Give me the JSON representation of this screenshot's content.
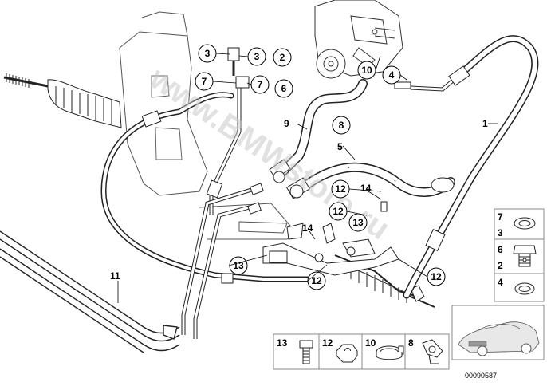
{
  "watermark": "www.BMWstore.ru",
  "image_ref": "00090587",
  "callouts": {
    "c3a": "3",
    "c3b": "3",
    "c2": "2",
    "c7a": "7",
    "c7b": "7",
    "c6": "6",
    "c10": "10",
    "c4": "4",
    "c8": "8",
    "c12a": "12",
    "c12b": "12",
    "c13a": "13",
    "c13b": "13",
    "c12c": "12",
    "c12d": "12"
  },
  "labels": {
    "l9": "9",
    "l1": "1",
    "l5": "5",
    "l14a": "14",
    "l14b": "14",
    "l11": "11"
  },
  "legend_right": [
    "7",
    "3",
    "6",
    "2",
    "4"
  ],
  "legend_bottom": [
    "13",
    "12",
    "10",
    "8"
  ]
}
